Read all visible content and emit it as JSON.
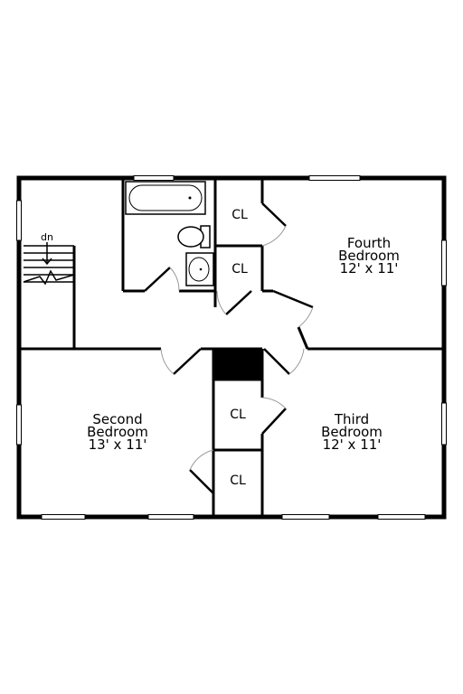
{
  "rooms": {
    "fourth": {
      "name": "Fourth",
      "type": "Bedroom",
      "size": "12' x 11'"
    },
    "second": {
      "name": "Second",
      "type": "Bedroom",
      "size": "13' x 11'"
    },
    "third": {
      "name": "Third",
      "type": "Bedroom",
      "size": "12' x 11'"
    }
  },
  "closets": {
    "cl1": "CL",
    "cl2": "CL",
    "cl3": "CL",
    "cl4": "CL"
  },
  "stairs": {
    "label": "dn"
  }
}
